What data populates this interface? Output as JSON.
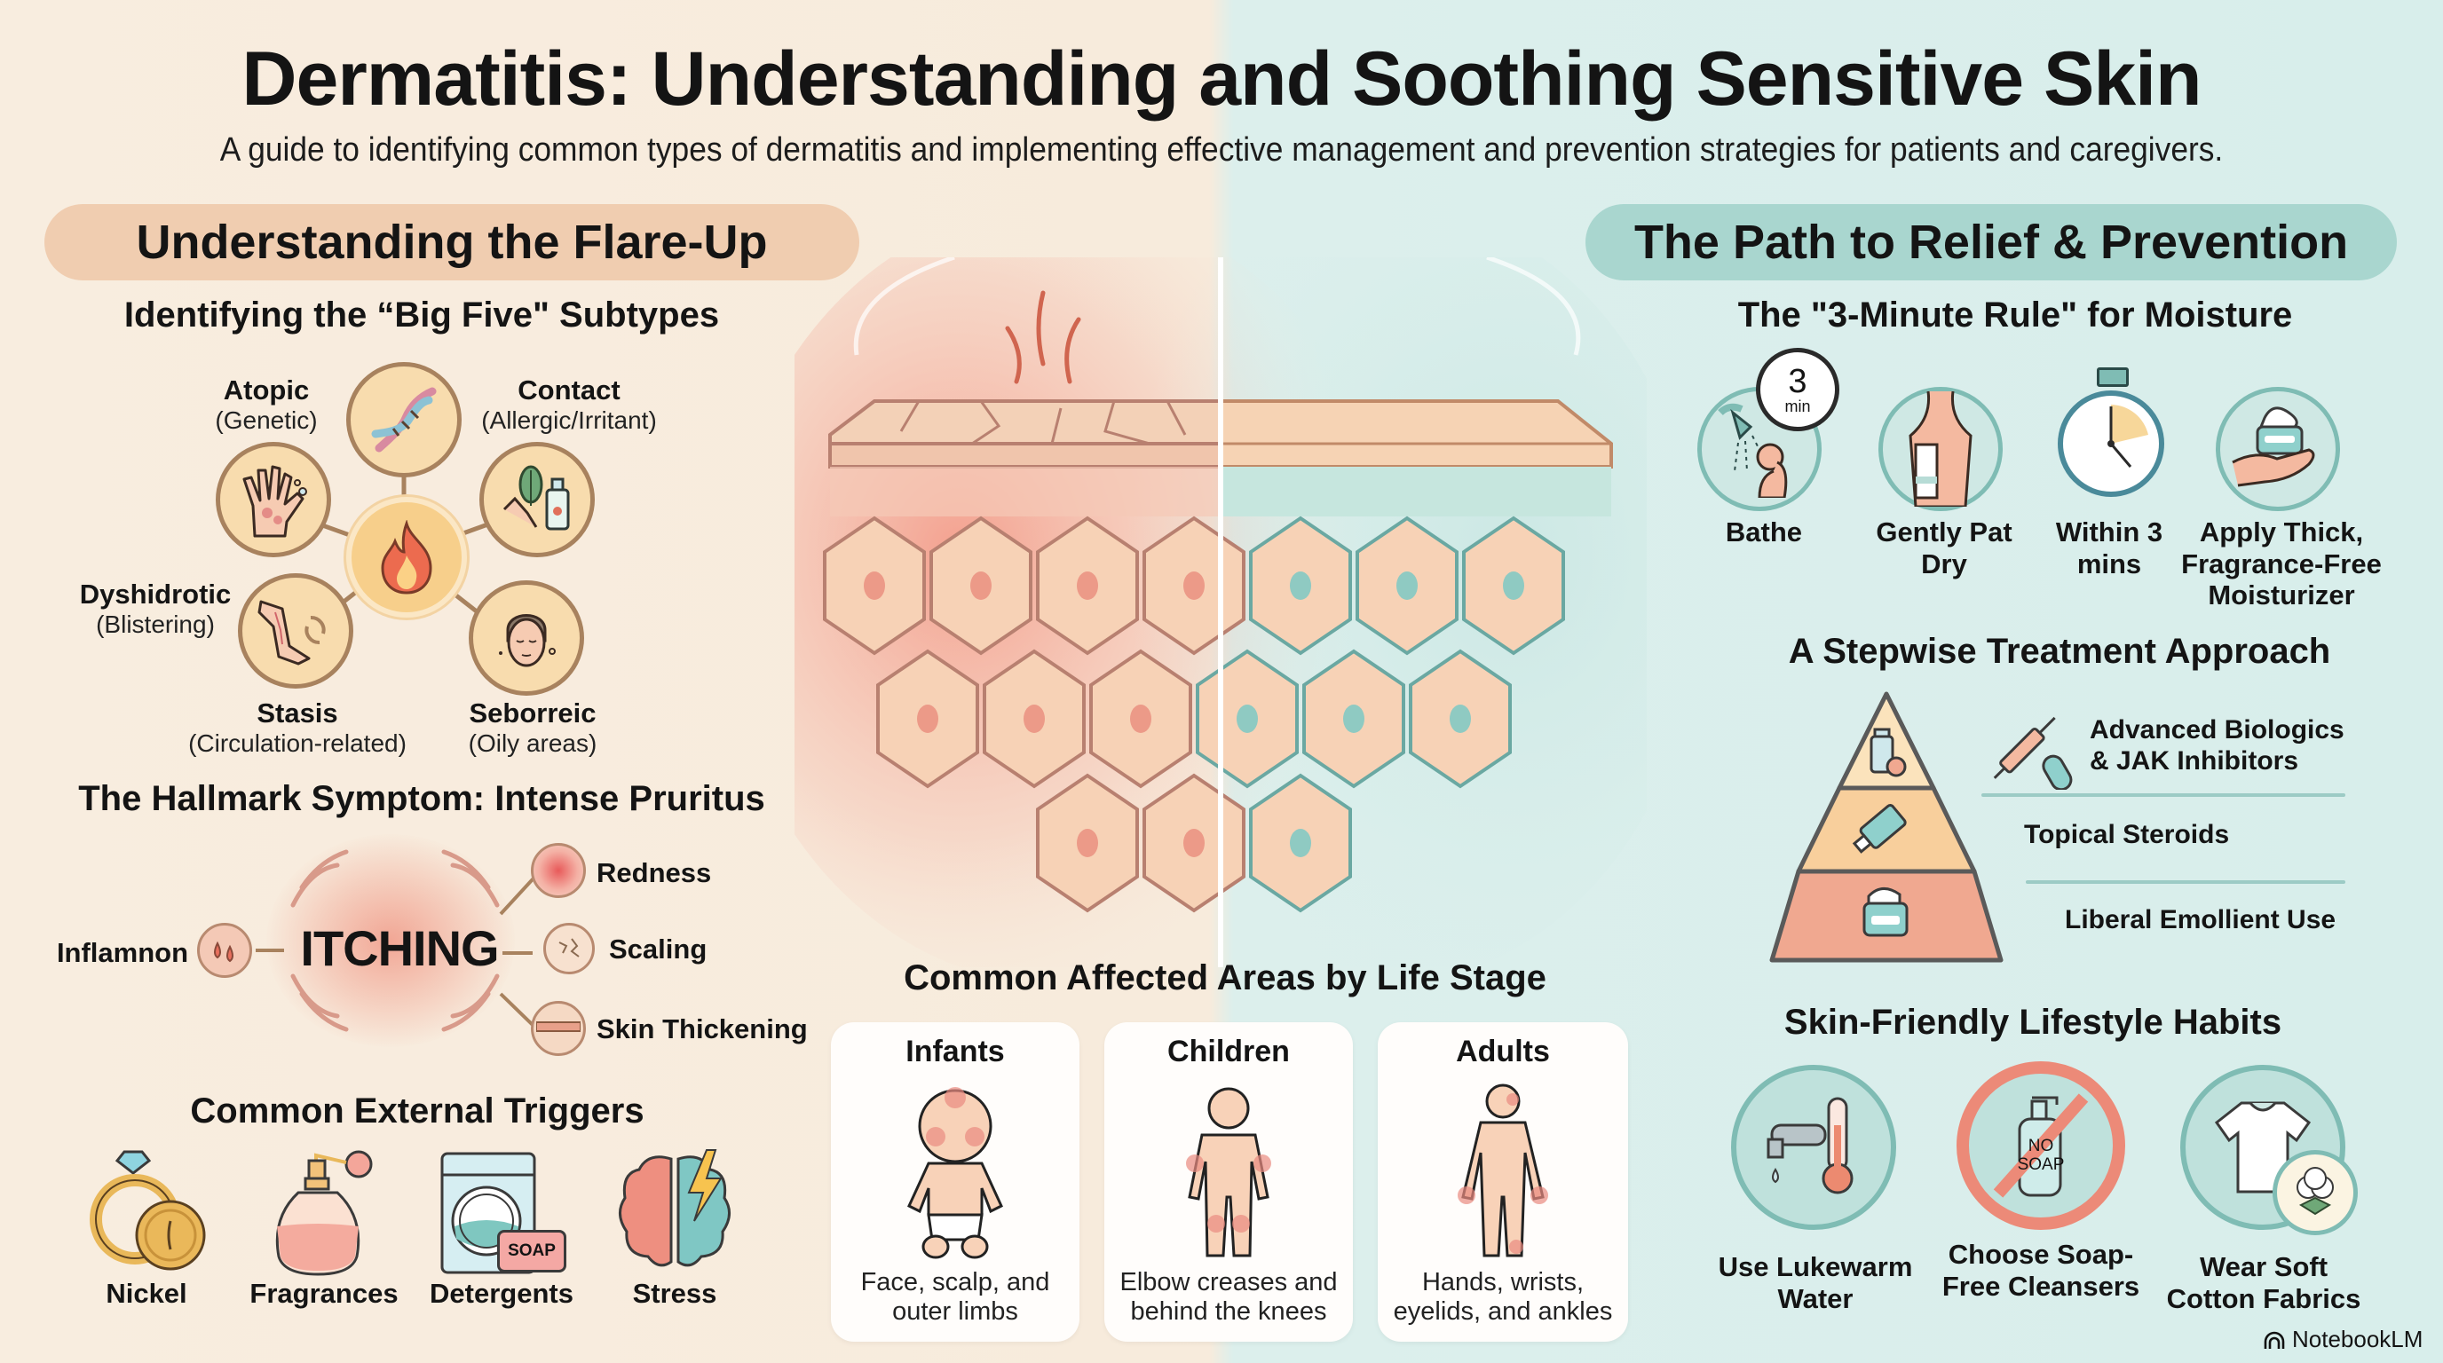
{
  "header": {
    "title": "Dermatitis: Understanding and Soothing Sensitive Skin",
    "subtitle": "A guide to identifying common types of dermatitis and implementing effective management and prevention strategies for patients and caregivers."
  },
  "left": {
    "banner": "Understanding the Flare-Up",
    "subtypes": {
      "heading": "Identifying the “Big Five\" Subtypes",
      "center_icon": "flame-icon",
      "items": [
        {
          "name": "Atopic",
          "desc": "(Genetic)",
          "icon": "dna-icon"
        },
        {
          "name": "Contact",
          "desc": "(Allergic/Irritant)",
          "icon": "leaf-bottle-icon"
        },
        {
          "name": "Dyshidrotic",
          "desc": "(Blistering)",
          "icon": "blistered-hand-icon"
        },
        {
          "name": "Stasis",
          "desc": "(Circulation-related)",
          "icon": "leg-circulation-icon"
        },
        {
          "name": "Seborreic",
          "desc": "(Oily areas)",
          "icon": "face-icon"
        }
      ]
    },
    "pruritus": {
      "heading": "The Hallmark Symptom: Intense Pruritus",
      "center": "ITCHING",
      "left_item": {
        "label": "Inflamnon",
        "icon": "inflammation-drops-icon"
      },
      "right_items": [
        {
          "label": "Redness",
          "icon": "redness-icon"
        },
        {
          "label": "Scaling",
          "icon": "scaling-icon"
        },
        {
          "label": "Skin Thickening",
          "icon": "thickening-icon"
        }
      ]
    },
    "triggers": {
      "heading": "Common External Triggers",
      "items": [
        {
          "label": "Nickel",
          "icon": "ring-coin-icon"
        },
        {
          "label": "Fragrances",
          "icon": "perfume-icon"
        },
        {
          "label": "Detergents",
          "icon": "washing-machine-icon",
          "badge": "SOAP"
        },
        {
          "label": "Stress",
          "icon": "brain-lightning-icon"
        }
      ]
    }
  },
  "center": {
    "illustration": "skin-barrier-comparison-illustration",
    "life_stages": {
      "heading": "Common Affected Areas by Life Stage",
      "cards": [
        {
          "title": "Infants",
          "desc": "Face, scalp, and outer limbs",
          "icon": "infant-figure-icon"
        },
        {
          "title": "Children",
          "desc": "Elbow creases and behind the knees",
          "icon": "child-figure-icon"
        },
        {
          "title": "Adults",
          "desc": "Hands, wrists, eyelids, and ankles",
          "icon": "adult-figure-icon"
        }
      ]
    }
  },
  "right": {
    "banner": "The Path to Relief & Prevention",
    "rule": {
      "heading": "The \"3-Minute Rule\" for Moisture",
      "timer_badge": {
        "value": "3",
        "unit": "min"
      },
      "steps": [
        {
          "label": "Bathe",
          "icon": "shower-icon"
        },
        {
          "label": "Gently Pat Dry",
          "icon": "towel-icon"
        },
        {
          "label": "Within 3 mins",
          "icon": "stopwatch-icon"
        },
        {
          "label": "Apply Thick, Fragrance-Free Moisturizer",
          "icon": "moisturizer-jar-icon"
        }
      ]
    },
    "treatment": {
      "heading": "A Stepwise Treatment Approach",
      "tiers": [
        {
          "label": "Advanced Biologics & JAK Inhibitors",
          "icon": "syringe-pill-icon"
        },
        {
          "label": "Topical Steroids",
          "icon": "tube-icon"
        },
        {
          "label": "Liberal Emollient Use",
          "icon": "cream-jar-icon"
        }
      ]
    },
    "habits": {
      "heading": "Skin-Friendly Lifestyle Habits",
      "items": [
        {
          "label": "Use Lukewarm Water",
          "icon": "faucet-thermometer-icon"
        },
        {
          "label": "Choose Soap-Free Cleansers",
          "icon": "no-soap-icon",
          "badge": "NO SOAP"
        },
        {
          "label": "Wear Soft Cotton Fabrics",
          "icon": "tshirt-cotton-icon"
        }
      ]
    }
  },
  "footer": {
    "brand": "NotebookLM"
  },
  "colors": {
    "left_bg": "#f8eddf",
    "right_bg": "#d8eeeb",
    "left_banner": "#f0cdb0",
    "right_banner": "#a9d6cf",
    "inflamed": "#e8705e",
    "teal": "#7fbcb4",
    "circle_stroke": "#a8825e"
  }
}
